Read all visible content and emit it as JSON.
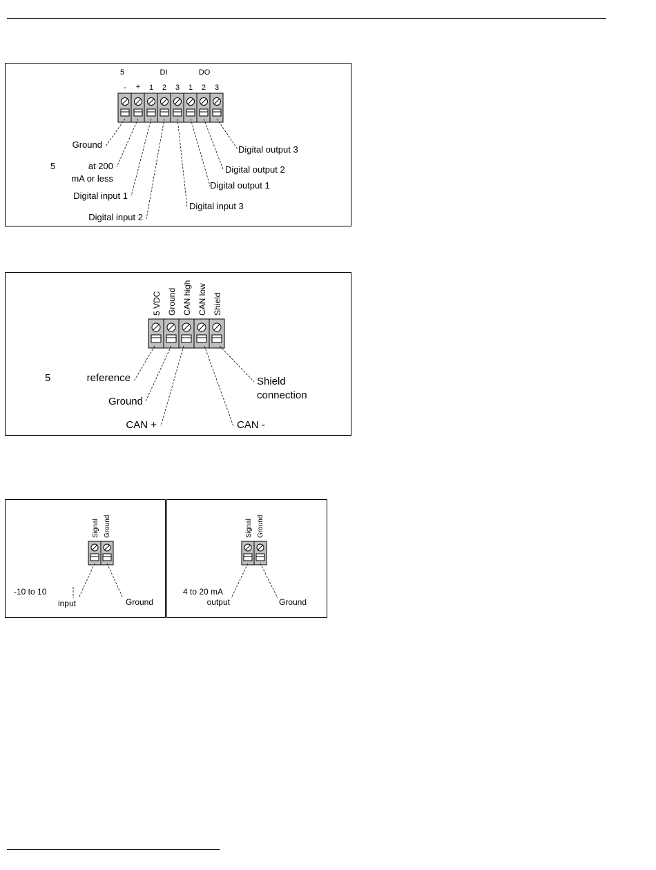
{
  "colors": {
    "block_fill": "#bfbfbf",
    "line": "#000000",
    "page": "#ffffff"
  },
  "figure1": {
    "headers": {
      "supply": "5",
      "di": "DI",
      "do": "DO"
    },
    "pins": [
      "-",
      "+",
      "1",
      "2",
      "3",
      "1",
      "2",
      "3"
    ],
    "callouts": {
      "ground": "Ground",
      "supply_prefix": "5",
      "supply_line1": "at 200",
      "supply_line2": "mA or less",
      "di1": "Digital input 1",
      "di2": "Digital input 2",
      "di3": "Digital input 3",
      "do1": "Digital output 1",
      "do2": "Digital output 2",
      "do3": "Digital output 3"
    }
  },
  "figure2": {
    "pins": [
      "5 VDC",
      "Ground",
      "CAN high",
      "CAN low",
      "Shield"
    ],
    "callouts": {
      "ref_prefix": "5",
      "ref": "reference",
      "ground": "Ground",
      "can_plus": "CAN +",
      "can_minus": "CAN -",
      "shield_line1": "Shield",
      "shield_line2": "connection"
    }
  },
  "figure3a": {
    "pins": [
      "Signal",
      "Ground"
    ],
    "callouts": {
      "input_line1": "-10 to 10",
      "input_line2": "input",
      "ground": "Ground"
    }
  },
  "figure3b": {
    "pins": [
      "Signal",
      "Ground"
    ],
    "callouts": {
      "output_line1": "4 to 20 mA",
      "output_line2": "output",
      "ground": "Ground"
    }
  }
}
